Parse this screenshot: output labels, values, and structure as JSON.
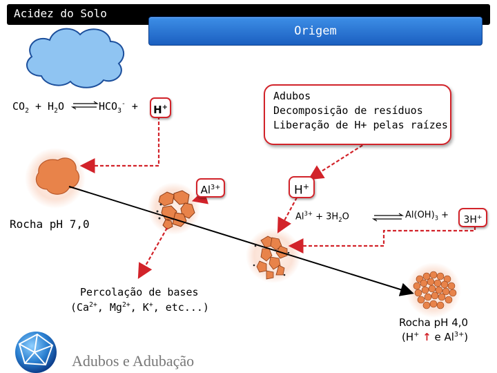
{
  "header": {
    "title": "Acidez do Solo"
  },
  "banner": {
    "label": "Origem"
  },
  "callout": {
    "line1": "Adubos",
    "line2": "Decomposição de resíduos",
    "line3": "Liberação de H+ pelas raízes"
  },
  "reaction1": {
    "reactant_co2": "CO",
    "reactant_co2_sub": "2",
    "plus1": "+",
    "reactant_h2o_a": "H",
    "reactant_h2o_sub": "2",
    "reactant_h2o_b": "O",
    "product_hco3": "HCO",
    "product_hco3_sub": "3",
    "product_hco3_sup": "-",
    "plus2": "+",
    "product_h": "H",
    "product_h_sup": "+"
  },
  "al_ion": {
    "text": "Al",
    "sup": "3+"
  },
  "h_ion": {
    "text": "H",
    "sup": "+"
  },
  "rock_left": {
    "label": "Rocha pH 7,0"
  },
  "reaction2": {
    "al": "Al",
    "al_sup": "3+",
    "plus": "+",
    "water": "3H",
    "water_sub": "2",
    "water_o": "O",
    "product": "Al(OH)",
    "product_sub": "3",
    "plus2": "+",
    "h3": "3H",
    "h3_sup": "+"
  },
  "percolation": {
    "line1": "Percolação de bases",
    "open": "(",
    "ca": "Ca",
    "ca_sup": "2+",
    "mg": "Mg",
    "mg_sup": "2+",
    "k": "K",
    "k_sup": "+",
    "rest": "etc...)"
  },
  "rock_right": {
    "line1": "Rocha pH 4,0",
    "line2_a": "(H",
    "line2_sup": "+",
    "line2_b": "e Al",
    "line2_sup2": "3+",
    "line2_c": ")"
  },
  "footer": {
    "text": "Adubos e Adubação"
  },
  "colors": {
    "red": "#d2232a",
    "rock": "#e8834a",
    "cloud": "#8fc4f2",
    "banner": "#2a74d8"
  }
}
